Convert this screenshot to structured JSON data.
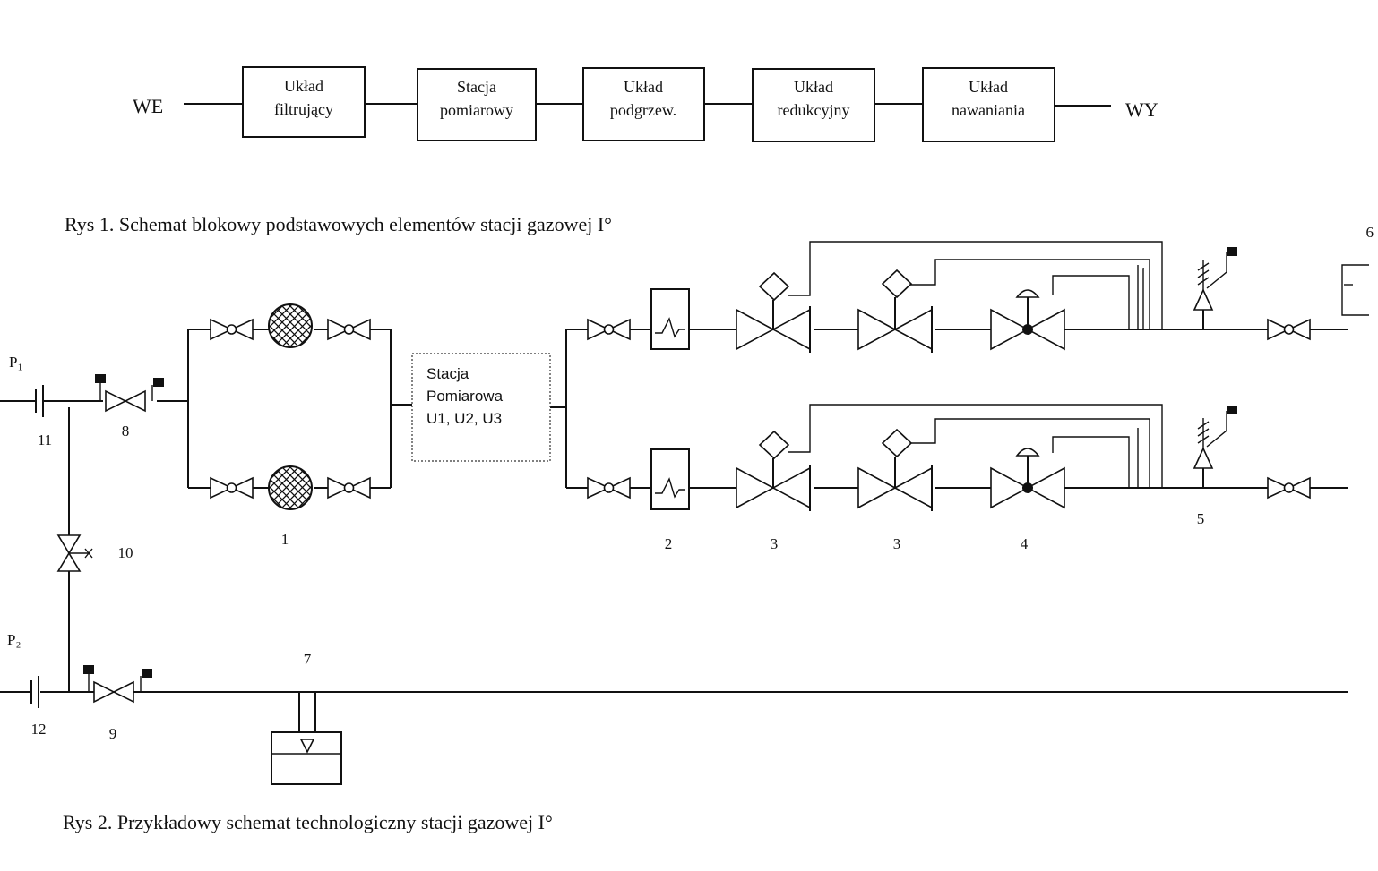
{
  "fig1": {
    "input": "WE",
    "output": "WY",
    "blocks": [
      [
        "Układ",
        "filtrujący"
      ],
      [
        "Stacja",
        "pomiarowy"
      ],
      [
        "Układ",
        "podgrzew."
      ],
      [
        "Układ",
        "redukcyjny"
      ],
      [
        "Układ",
        "nawaniania"
      ]
    ],
    "caption": "Rys 1. Schemat blokowy podstawowych elementów stacji gazowej I°"
  },
  "fig2": {
    "pressure_labels": {
      "p1": "P₁",
      "p2": "P₂"
    },
    "station": [
      "Stacja",
      "Pomiarowa",
      "U1, U2, U3"
    ],
    "numbers": {
      "n1": "1",
      "n2": "2",
      "n3a": "3",
      "n3b": "3",
      "n4": "4",
      "n5": "5",
      "n6": "6",
      "n7": "7",
      "n8": "8",
      "n9": "9",
      "n10": "10",
      "n11": "11",
      "n12": "12"
    },
    "caption": "Rys 2. Przykładowy schemat technologiczny stacji gazowej I°"
  }
}
